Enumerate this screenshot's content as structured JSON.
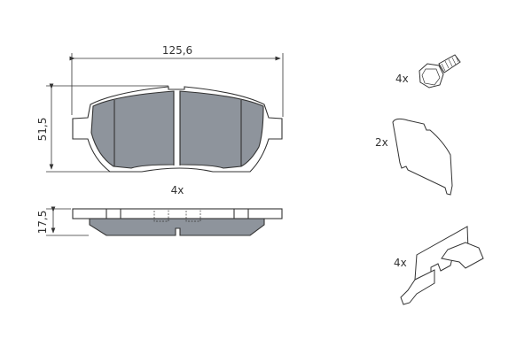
{
  "dimensions": {
    "width_label": "125,6",
    "height_label": "51,5",
    "thickness_label": "17,5"
  },
  "parts": {
    "pad_quantity": "4x",
    "bolt_quantity": "4x",
    "clip_quantity": "2x",
    "spring_quantity": "4x"
  },
  "colors": {
    "friction_material": "#8e949c",
    "line": "#333333"
  }
}
